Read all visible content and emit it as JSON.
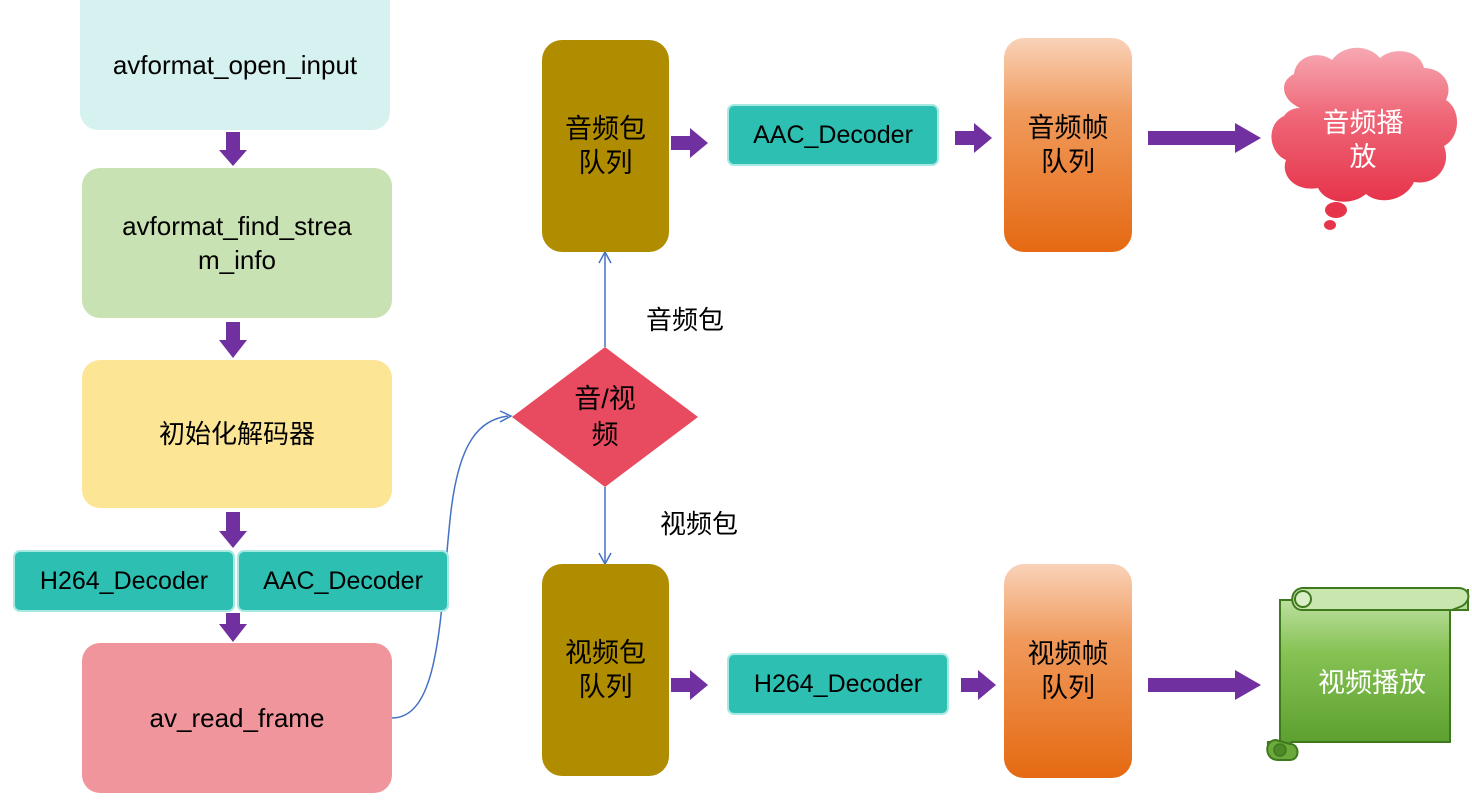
{
  "nodes": {
    "open_input": "avformat_open_input",
    "find_stream_info": "avformat_find_stream_info",
    "init_decoder": "初始化解码器",
    "h264_decoder_left": "H264_Decoder",
    "aac_decoder_left": "AAC_Decoder",
    "read_frame": "av_read_frame",
    "av_switch": [
      "音/视",
      "频"
    ],
    "audio_packet_queue": [
      "音频包",
      "队列"
    ],
    "video_packet_queue": [
      "视频包",
      "队列"
    ],
    "aac_decoder": "AAC_Decoder",
    "h264_decoder": "H264_Decoder",
    "audio_frame_queue": [
      "音频帧",
      "队列"
    ],
    "video_frame_queue": [
      "视频帧",
      "队列"
    ],
    "audio_play": [
      "音频播",
      "放"
    ],
    "video_play": "视频播放"
  },
  "edge_labels": {
    "audio_packet": "音频包",
    "video_packet": "视频包"
  },
  "colors": {
    "arrow": "#7030a0",
    "connector": "#4472c4",
    "diamond": "#e84a5f",
    "teal": "#2dbfb2",
    "queue": "#b08c00"
  }
}
